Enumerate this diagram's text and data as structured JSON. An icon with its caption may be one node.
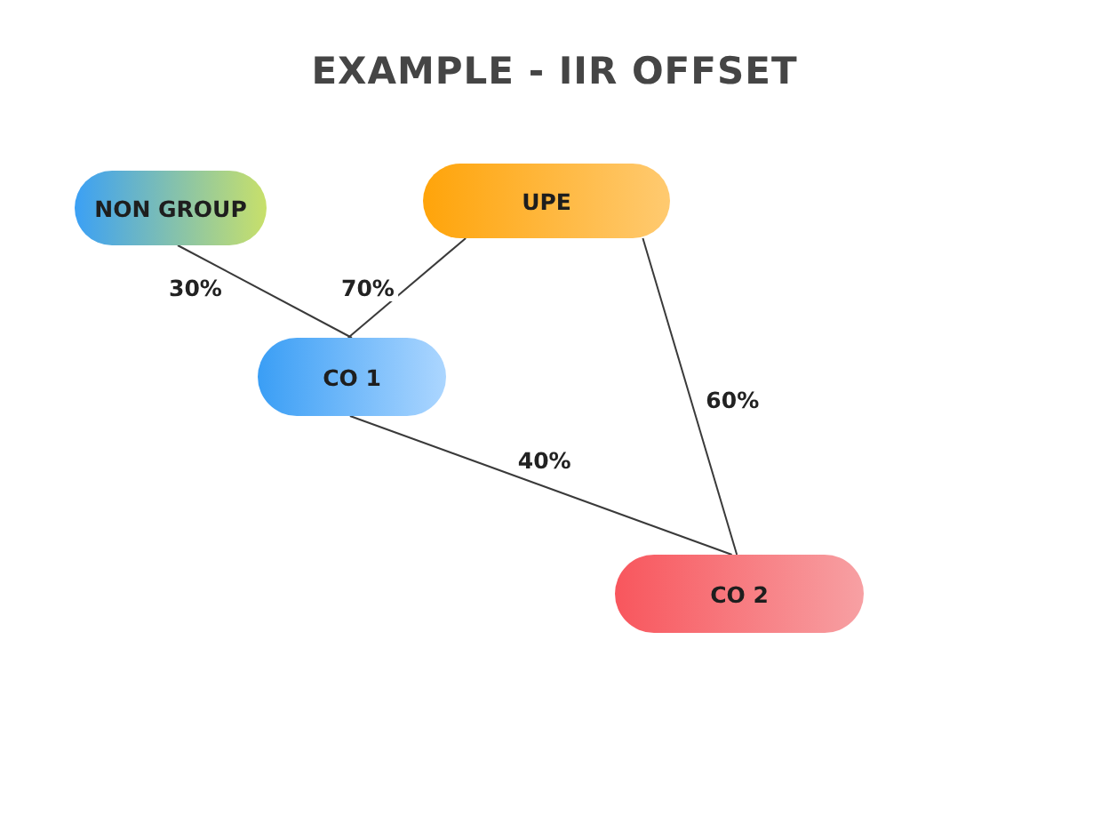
{
  "diagram": {
    "title": "EXAMPLE - IIR OFFSET",
    "nodes": [
      {
        "text": [
          "NON GROUP"
        ]
      },
      {
        "text": [
          "UPE"
        ]
      },
      {
        "text": [
          "CO 1"
        ]
      },
      {
        "text": [
          "CO 2"
        ]
      }
    ],
    "edges": [
      {
        "from": 0,
        "to": 2,
        "arrow": "none",
        "label": "30%"
      },
      {
        "from": 1,
        "to": 2,
        "arrow": "none",
        "label": "70%"
      },
      {
        "from": 2,
        "to": 3,
        "arrow": "none",
        "label": "40%"
      },
      {
        "from": 1,
        "to": 3,
        "arrow": "none",
        "label": "60%"
      }
    ]
  }
}
